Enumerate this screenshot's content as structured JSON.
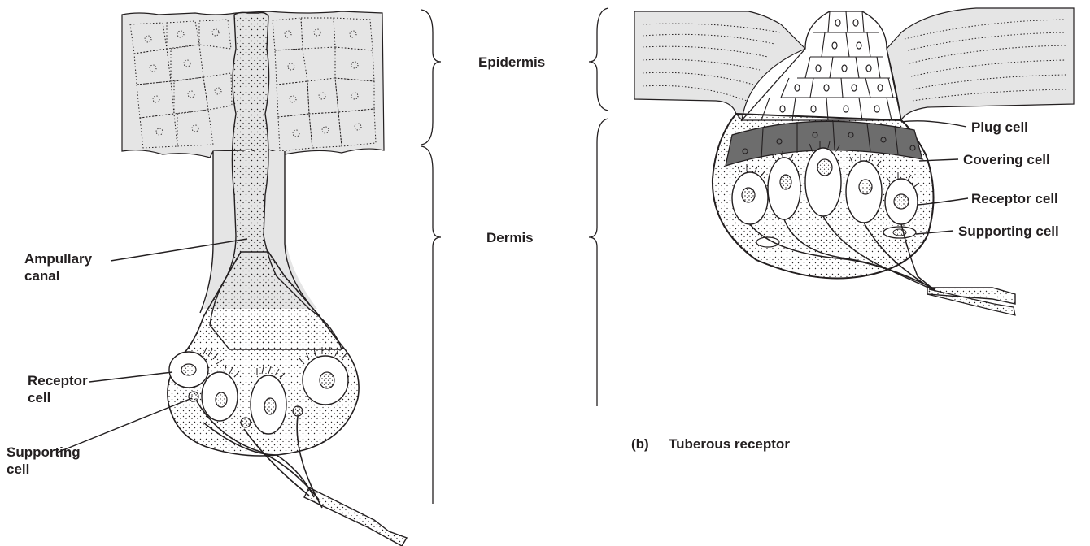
{
  "labels": {
    "epidermis": "Epidermis",
    "dermis": "Dermis",
    "ampullary_canal": "Ampullary\ncanal",
    "receptor_cell_a": "Receptor\ncell",
    "supporting_cell_a": "Supporting\ncell",
    "plug_cell": "Plug cell",
    "covering_cell": "Covering cell",
    "receptor_cell_b": "Receptor cell",
    "supporting_cell_b": "Supporting cell",
    "caption_b_letter": "(b)",
    "caption_b_text": "Tuberous receptor"
  },
  "colors": {
    "tissue_fill": "#e5e5e5",
    "line": "#231f20",
    "covering_cell_fill": "#6d6d6d",
    "background": "#ffffff"
  }
}
